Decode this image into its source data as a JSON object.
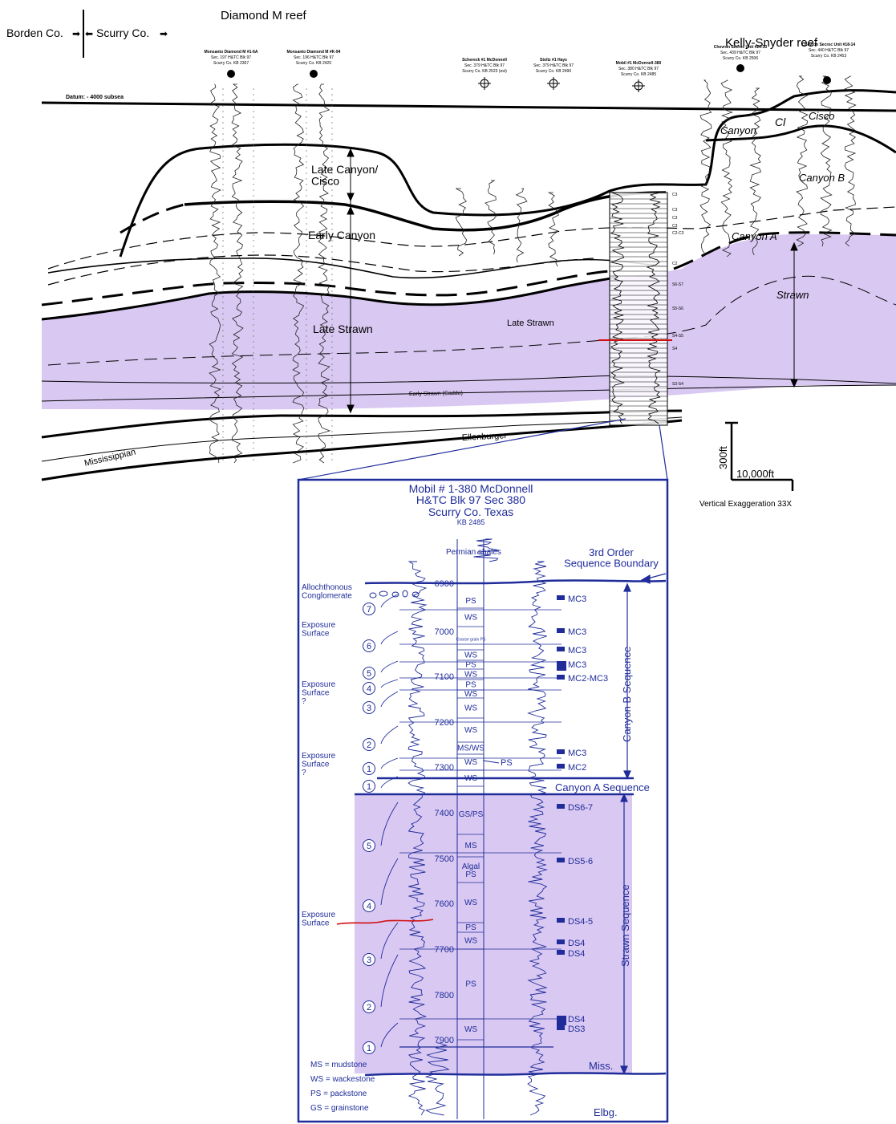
{
  "header": {
    "county_left": "Borden Co.",
    "county_right": "Scurry Co.",
    "reef_left": "Diamond M reef",
    "reef_right": "Kelly-Snyder reef",
    "datum": "Datum:  - 4000 subsea"
  },
  "wells": [
    {
      "name": "Monsanto Diamond M #1-6A",
      "loc": "Sec. 197 H&TC Blk 97",
      "county": "Scurry Co.   KB 2367"
    },
    {
      "name": "Monsanto Diamond M #K-94",
      "loc": "Sec. 196 H&TC Blk 97",
      "county": "Scurry Co.   KB 2420"
    },
    {
      "name": "Schereck #1 McDonnell",
      "loc": "Sec. 379 H&TC Blk 97",
      "county": "Scurry Co.   KB 2523 (est)"
    },
    {
      "name": "Stoltz #1 Hays",
      "loc": "Sec. 379 H&TC Blk 97",
      "county": "Scurry Co.   KB 2490"
    },
    {
      "name": "Mobil #1 McDonnell-380",
      "loc": "Sec. 380 H&TC Blk 97",
      "county": "Scurry Co.   KB 2485"
    },
    {
      "name": "Chevron Secroc Unit #20-13",
      "loc": "Sec. 439 H&TC Blk 97",
      "county": "Scurry Co.   KB 2506"
    },
    {
      "name": "Chevron Secroc Unit #18-14",
      "loc": "Sec. 440 H&TC Blk 97",
      "county": "Scurry Co.   KB 2453"
    }
  ],
  "units": {
    "late_canyon_cisco": "Late Canyon/\nCisco",
    "early_canyon": "Early Canyon",
    "late_strawn_a": "Late Strawn",
    "late_strawn_b": "Late Strawn",
    "early_strawn": "Early Strawn (Caddo)",
    "mississippian": "Mississippian",
    "ellenburger": "Ellenburger",
    "canyon": "Canyon",
    "cl": "Cl",
    "cisco": "Cisco",
    "canyon_b": "Canyon B",
    "canyon_a": "Canyon A",
    "strawn": "Strawn"
  },
  "mobil_markers": [
    "C3",
    "C3",
    "C3",
    "C3",
    "C2-C3",
    "C2",
    "S6-S7",
    "S5-S6",
    "S4-S5",
    "S4",
    "S3-S4"
  ],
  "scale": {
    "vertical": "300ft",
    "horizontal": "10,000ft",
    "exaggeration": "Vertical Exaggeration 33X"
  },
  "inset": {
    "title1": "Mobil # 1-380 McDonnell",
    "title2": "H&TC Blk 97 Sec 380",
    "title3": "Scurry Co. Texas",
    "title4": "KB 2485",
    "permian": "Permian shales",
    "third_order": "3rd Order\nSequence Boundary",
    "allochthonous": "Allochthonous\nConglomerate",
    "depths": [
      "6900",
      "7000",
      "7100",
      "7200",
      "7300",
      "7400",
      "7500",
      "7600",
      "7700",
      "7800",
      "7900"
    ],
    "lithology": [
      {
        "label": "PS"
      },
      {
        "label": "WS"
      },
      {
        "label": "Coarse grain PS"
      },
      {
        "label": "WS"
      },
      {
        "label": "PS"
      },
      {
        "label": "WS"
      },
      {
        "label": "PS"
      },
      {
        "label": "WS"
      },
      {
        "label": "WS"
      },
      {
        "label": "WS"
      },
      {
        "label": "MS/WS"
      },
      {
        "label": "WS"
      },
      {
        "label": "WS"
      },
      {
        "label": "GS/PS"
      },
      {
        "label": "MS"
      },
      {
        "label": "Algal PS"
      },
      {
        "label": "WS"
      },
      {
        "label": "PS"
      },
      {
        "label": "WS"
      },
      {
        "label": "PS"
      },
      {
        "label": "WS"
      }
    ],
    "cycles": [
      "7",
      "6",
      "5",
      "4",
      "3",
      "2",
      "1",
      "1",
      "5",
      "4",
      "3",
      "2",
      "1"
    ],
    "exposure": "Exposure\nSurface",
    "exposure_q": "Exposure\nSurface\n?",
    "ps_arrow": "PS",
    "samples": [
      "MC3",
      "MC3",
      "MC3",
      "MC3",
      "MC2-MC3",
      "MC3",
      "MC2",
      "DS6-7",
      "DS5-6",
      "DS4-5",
      "DS4",
      "DS4",
      "DS4",
      "DS3"
    ],
    "canyon_b_seq": "Canyon B Sequence",
    "canyon_a_seq": "Canyon A Sequence",
    "strawn_seq": "Strawn Sequence",
    "miss": "Miss.",
    "elbg": "Elbg.",
    "legend": [
      "MS = mudstone",
      "WS = wackestone",
      "PS = packstone",
      "GS = grainstone"
    ]
  },
  "colors": {
    "strawn_fill": "#d9c8f2",
    "inset_blue": "#1f2c9a",
    "exposure_red": "#d01010"
  }
}
